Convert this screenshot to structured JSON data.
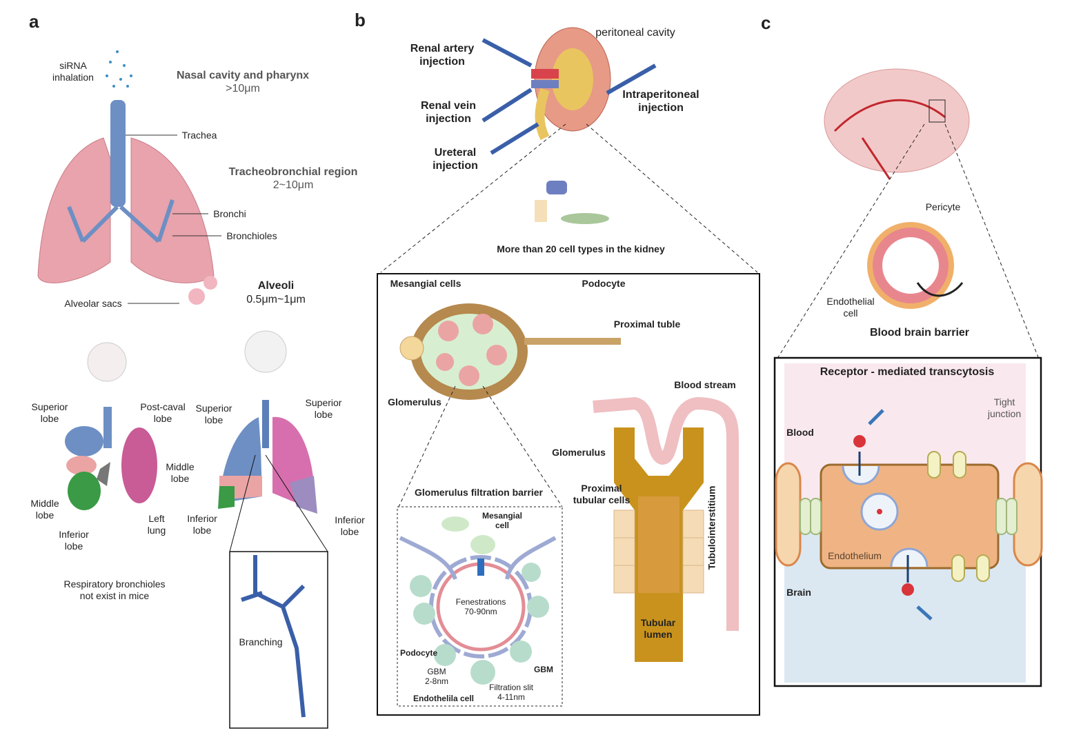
{
  "panels": {
    "a": {
      "letter": "a",
      "sirna": "siRNA\ninhalation",
      "nasal_title": "Nasal cavity and pharynx",
      "nasal_size": ">10μm",
      "trachea": "Trachea",
      "tracheo_title": "Tracheobronchial region",
      "tracheo_size": "2~10μm",
      "bronchi": "Bronchi",
      "bronchioles": "Bronchioles",
      "alveoli_title": "Alveoli",
      "alveoli_size": "0.5μm~1μm",
      "alveolar_sacs": "Alveolar sacs",
      "mouse": {
        "superior_lobe": "Superior\nlobe",
        "post_caval_lobe": "Post-caval\nlobe",
        "middle_lobe": "Middle\nlobe",
        "inferior_lobe": "Inferior\nlobe",
        "left_lung": "Left\nlung"
      },
      "human": {
        "superior_lobe_left": "Superior\nlobe",
        "superior_lobe_right": "Superior\nlobe",
        "middle_lobe": "Middle\nlobe",
        "inferior_lobe_left": "Inferior\nlobe",
        "inferior_lobe_right": "Inferior\nlobe"
      },
      "note": "Respiratory bronchioles\nnot exist in mice",
      "branching": "Branching"
    },
    "b": {
      "letter": "b",
      "peritoneal_cavity": "peritoneal cavity",
      "renal_artery": "Renal artery\ninjection",
      "renal_vein": "Renal vein\ninjection",
      "ureteral": "Ureteral\ninjection",
      "intraperitoneal": "Intraperitoneal\ninjection",
      "cell_types": "More than 20 cell types in the kidney",
      "mesangial_cells": "Mesangial cells",
      "podocyte": "Podocyte",
      "proximal_tuble": "Proximal tuble",
      "glomerulus": "Glomerulus",
      "barrier_title": "Glomerulus filtration barrier",
      "mesangial_cell": "Mesangial\ncell",
      "fenestrations": "Fenestrations\n70-90nm",
      "podocyte_small": "Podocyte",
      "gbm_left": "GBM\n2-8nm",
      "gbm_right": "GBM",
      "filtration_slit": "Filtration slit\n4-11nm",
      "endothelial_cell": "Endothelila cell",
      "blood_stream": "Blood stream",
      "glomerulus_2": "Glomerulus",
      "proximal_tubular_cells": "Proximal\ntubular cells",
      "tubulointerstitium": "Tubulointerstitium",
      "tubular_lumen": "Tubular\nlumen"
    },
    "c": {
      "letter": "c",
      "pericyte": "Pericyte",
      "endothelial_cell": "Endothelial\ncell",
      "bbb": "Blood brain barrier",
      "rmt_title": "Receptor - mediated transcytosis",
      "tight_junction": "Tight\njunction",
      "blood": "Blood",
      "endothelium": "Endothelium",
      "brain": "Brain"
    }
  },
  "colors": {
    "lung": "#e8a3ac",
    "airway": "#5b7fb8",
    "kidney": "#e79a86",
    "tubule": "#c8921d",
    "brain": "#f2c9c9",
    "endothelium": "#f0b484",
    "blood_bg": "#f9e8ee",
    "brain_bg": "#dbe8f2"
  }
}
